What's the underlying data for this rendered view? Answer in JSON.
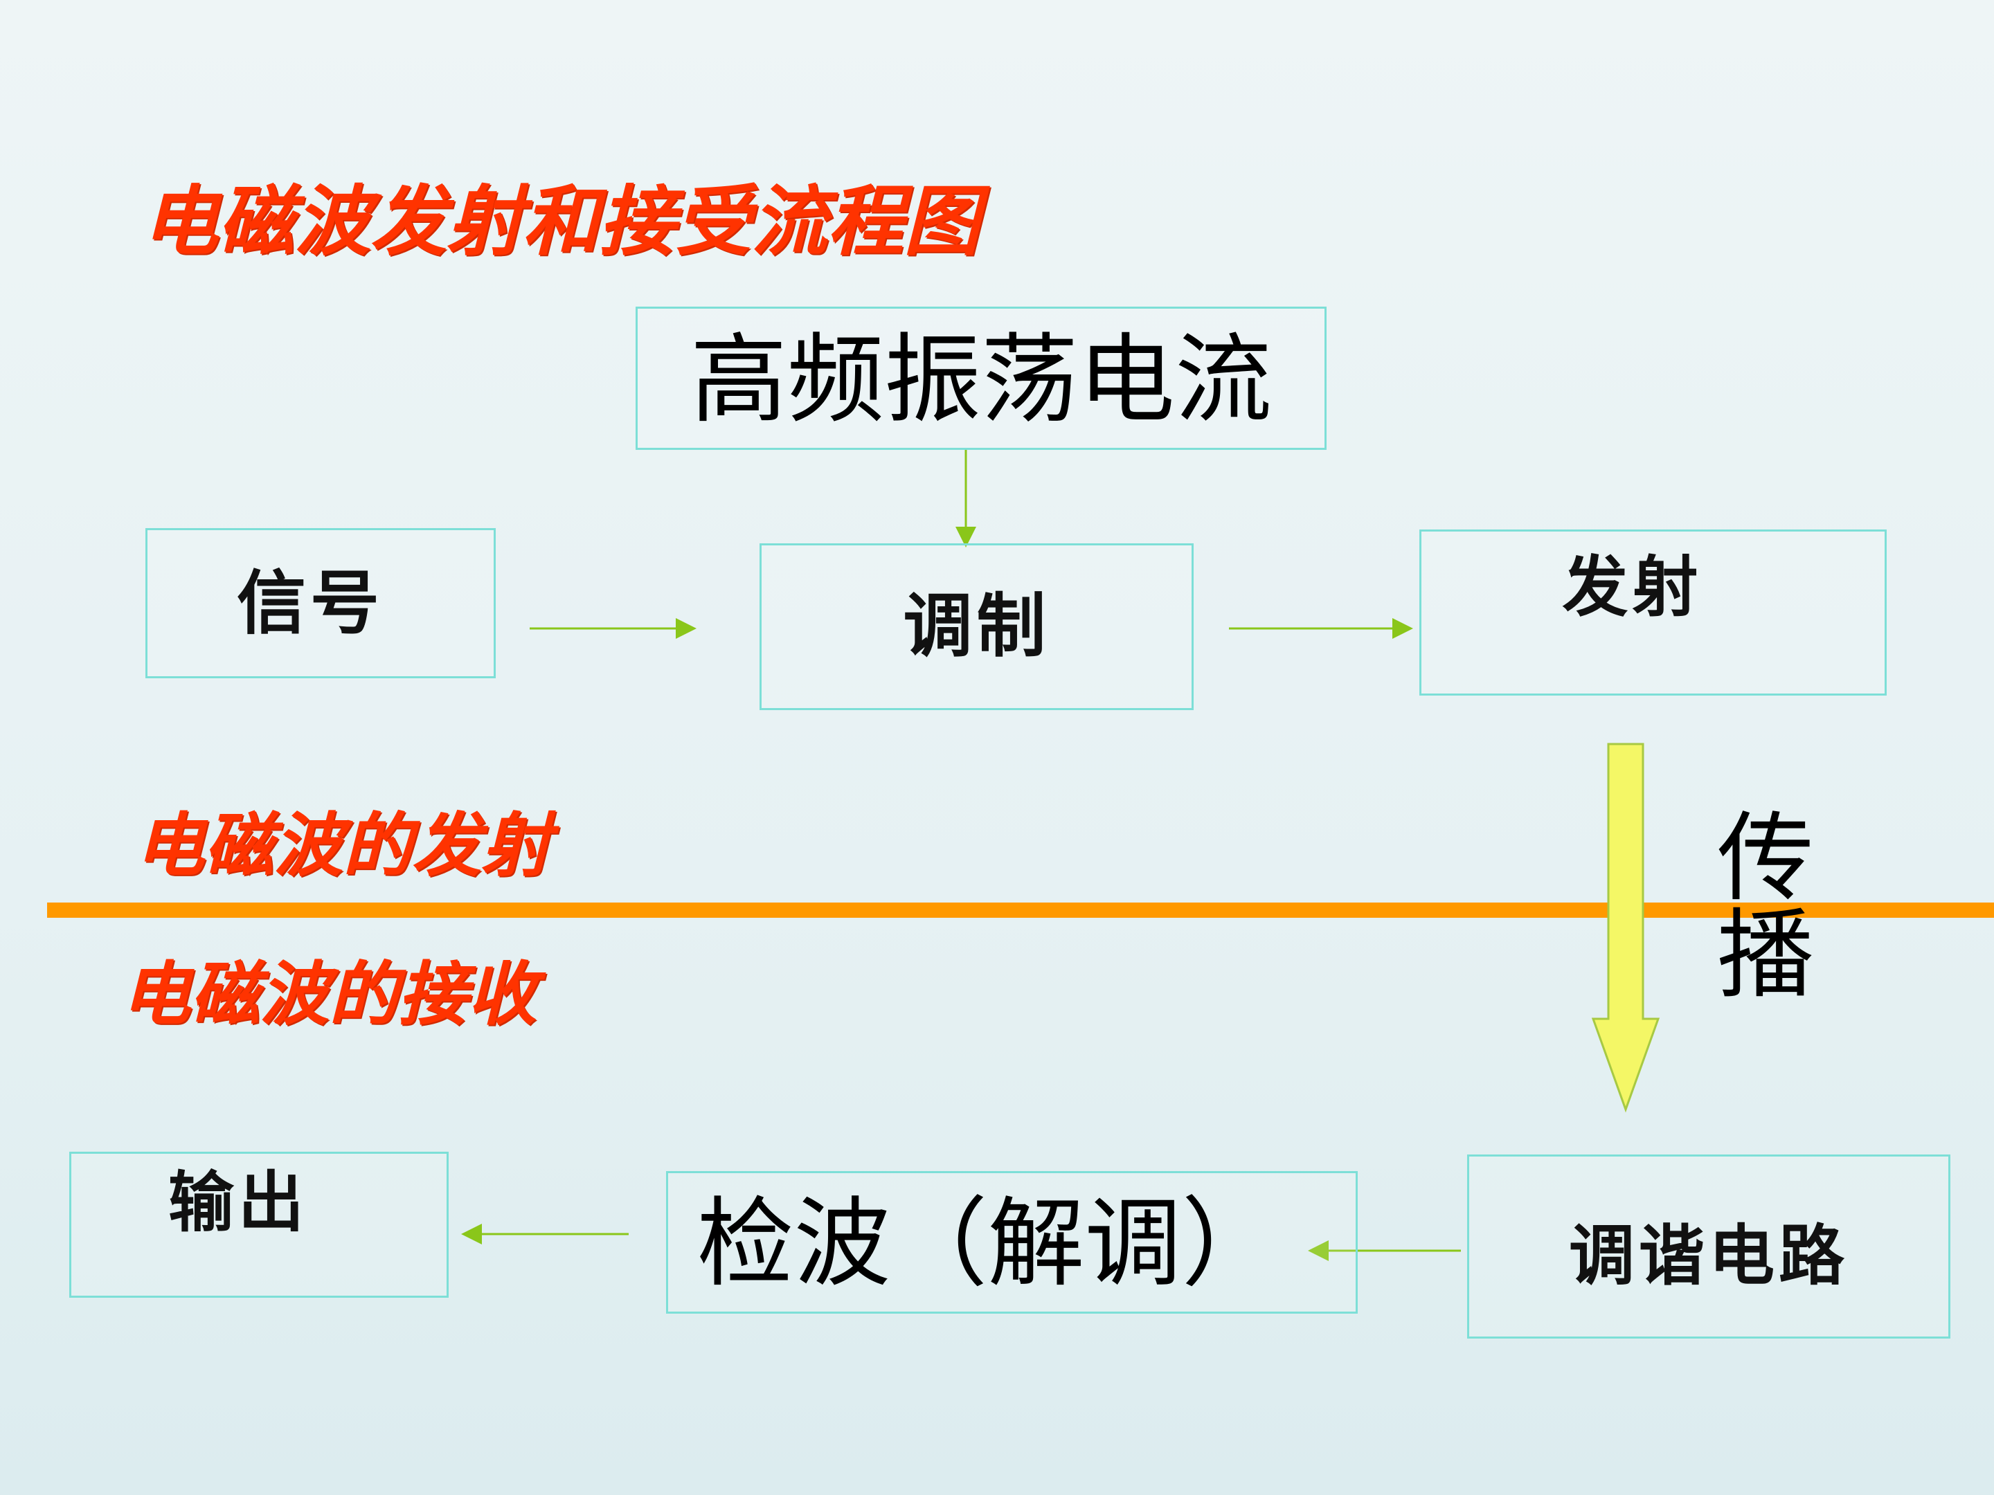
{
  "title": "电磁波发射和接受流程图",
  "section_transmit": "电磁波的发射",
  "section_receive": "电磁波的接收",
  "nodes": {
    "hf_current": "高频振荡电流",
    "signal": "信号",
    "modulation": "调制",
    "emit": "发射",
    "propagation": "传播",
    "tuning_circuit": "调谐电路",
    "demodulation": "检波（解调）",
    "output": "输出"
  },
  "colors": {
    "title_red": "#ff3300",
    "box_border": "#7ddfd7",
    "arrow_green": "#8ac61a",
    "divider_orange": "#ff9900",
    "propagation_arrow_fill": "#f4f766"
  }
}
